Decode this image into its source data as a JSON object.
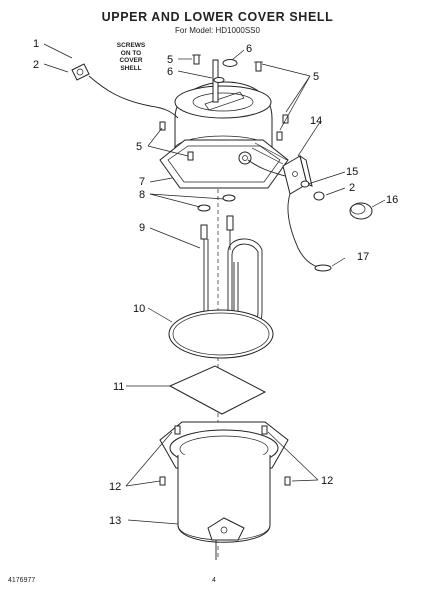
{
  "header": {
    "title": "UPPER AND LOWER COVER SHELL",
    "subtitle": "For Model: HD1000SS0"
  },
  "note": {
    "lines": [
      "SCREWS",
      "ON TO",
      "COVER",
      "SHELL"
    ]
  },
  "callouts": [
    {
      "id": "c1",
      "label": "1"
    },
    {
      "id": "c2a",
      "label": "2"
    },
    {
      "id": "c2b",
      "label": "2"
    },
    {
      "id": "c5a",
      "label": "5"
    },
    {
      "id": "c5b",
      "label": "5"
    },
    {
      "id": "c5c",
      "label": "5"
    },
    {
      "id": "c6a",
      "label": "6"
    },
    {
      "id": "c6b",
      "label": "6"
    },
    {
      "id": "c7",
      "label": "7"
    },
    {
      "id": "c8",
      "label": "8"
    },
    {
      "id": "c9",
      "label": "9"
    },
    {
      "id": "c10",
      "label": "10"
    },
    {
      "id": "c11",
      "label": "11"
    },
    {
      "id": "c12a",
      "label": "12"
    },
    {
      "id": "c12b",
      "label": "12"
    },
    {
      "id": "c13",
      "label": "13"
    },
    {
      "id": "c14",
      "label": "14"
    },
    {
      "id": "c15",
      "label": "15"
    },
    {
      "id": "c16",
      "label": "16"
    },
    {
      "id": "c17",
      "label": "17"
    }
  ],
  "footer": {
    "part_number": "4176977",
    "page": "4"
  }
}
